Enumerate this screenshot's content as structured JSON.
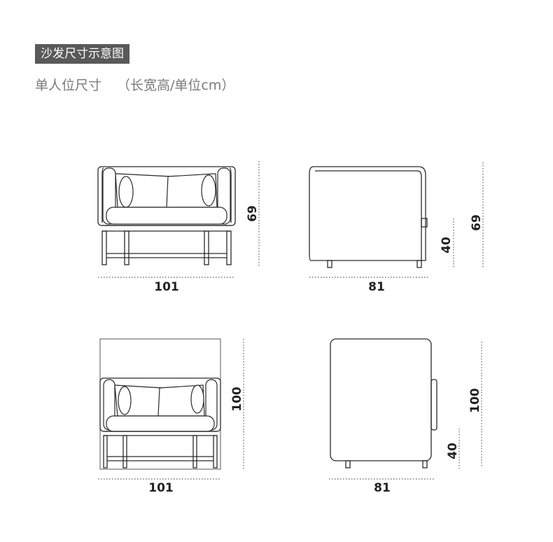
{
  "header": {
    "tag": "沙发尺寸示意图",
    "subtitle": "单人位尺寸",
    "unit_note": "（长宽高/单位cm）"
  },
  "views": {
    "front_low": {
      "width": "101",
      "height": "69"
    },
    "side_low": {
      "depth": "81",
      "height": "69",
      "seat_height": "40"
    },
    "front_high": {
      "width": "101",
      "height": "100"
    },
    "side_high": {
      "depth": "81",
      "height": "100",
      "seat_height": "40"
    }
  }
}
